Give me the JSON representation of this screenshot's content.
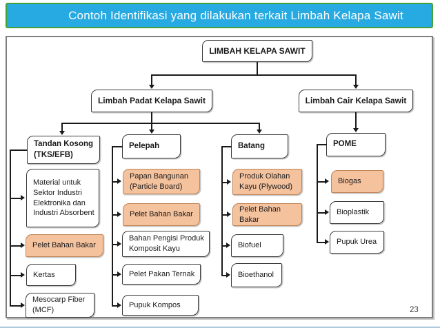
{
  "title_bar": {
    "text": "Contoh Identifikasi yang dilakukan terkait Limbah Kelapa Sawit"
  },
  "diagram": {
    "root": "LIMBAH KELAPA SAWIT",
    "branch_padat": "Limbah Padat Kelapa Sawit",
    "branch_cair": "Limbah Cair Kelapa Sawit",
    "columns": [
      {
        "header": "Tandan Kosong (TKS/EFB)",
        "children": [
          {
            "label": "Material untuk Sektor Industri Elektronika dan Industri Absorbent",
            "highlight": false
          },
          {
            "label": "Pelet Bahan Bakar",
            "highlight": true
          },
          {
            "label": "Kertas",
            "highlight": false
          },
          {
            "label": "Mesocarp Fiber (MCF)",
            "highlight": false
          }
        ]
      },
      {
        "header": "Pelepah",
        "children": [
          {
            "label": "Papan Bangunan (Particle Board)",
            "highlight": true
          },
          {
            "label": "Pelet Bahan Bakar",
            "highlight": true
          },
          {
            "label": "Bahan Pengisi Produk Komposit Kayu",
            "highlight": false
          },
          {
            "label": "Pelet Pakan Ternak",
            "highlight": false
          },
          {
            "label": "Pupuk Kompos",
            "highlight": false
          }
        ]
      },
      {
        "header": "Batang",
        "children": [
          {
            "label": "Produk Olahan Kayu (Plywood)",
            "highlight": true
          },
          {
            "label": "Pelet Bahan Bakar",
            "highlight": true
          },
          {
            "label": "Biofuel",
            "highlight": false
          },
          {
            "label": "Bioethanol",
            "highlight": false
          }
        ]
      },
      {
        "header": "POME",
        "children": [
          {
            "label": "Biogas",
            "highlight": true
          },
          {
            "label": "Bioplastik",
            "highlight": false
          },
          {
            "label": "Pupuk Urea",
            "highlight": false
          }
        ]
      }
    ]
  },
  "footer": {
    "page_number": "23"
  },
  "colors": {
    "title_bg": "#27A9E1",
    "title_border": "#44A038",
    "title_text": "#FFFFFF",
    "highlight_fill": "#F5C29E",
    "highlight_border": "#BE8456",
    "box_border": "#3A3A3A",
    "frame_border": "#7F7F7F",
    "footer_rule": "#AFC9DD"
  }
}
